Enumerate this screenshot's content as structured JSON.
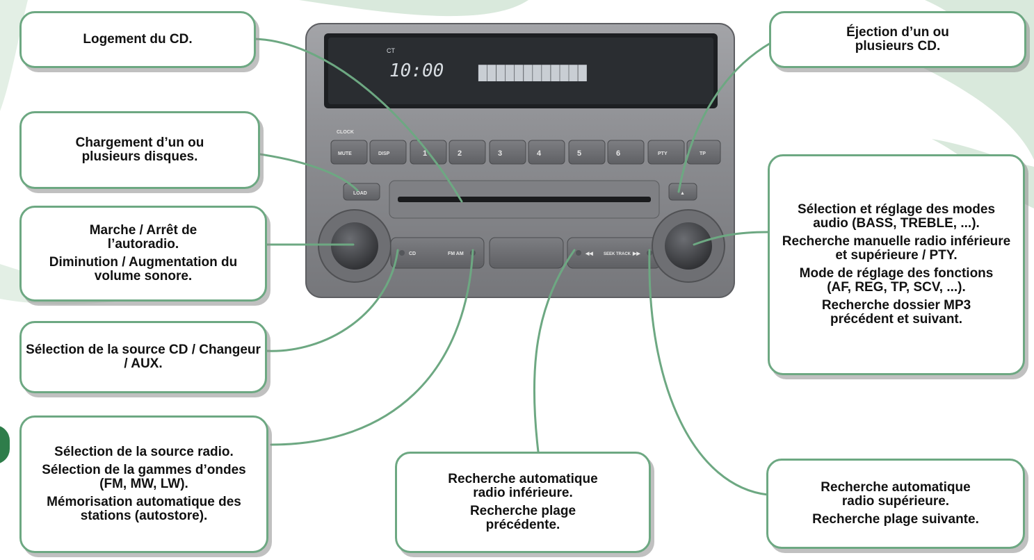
{
  "colors": {
    "callout_border": "#6da882",
    "leader_line": "#6da882",
    "radio_body": "#8a8b8f",
    "display": "#2a2d31",
    "display_text": "#d8dde2",
    "side_tab": "#2e7d4a"
  },
  "radio": {
    "display_small": "CT",
    "display_time": "10:00",
    "display_segments": "████████████",
    "buttons": {
      "clock": "CLOCK",
      "b_mute": "MUTE",
      "b_disp": "DISP",
      "b1": "1",
      "b2": "2",
      "b3": "3",
      "b4": "4",
      "b5": "5",
      "b6": "6",
      "b_pty": "PTY",
      "b_tp": "TP",
      "b_load": "LOAD",
      "b_eject": "▲",
      "b_cd": "CD",
      "b_fm": "FM AM",
      "b_prev": "◀◀",
      "b_seek": "SEEK TRACK",
      "b_next": "▶▶"
    }
  },
  "callouts": {
    "cd_slot": [
      "Logement du CD."
    ],
    "eject": [
      "Éjection d’un ou plusieurs CD."
    ],
    "load": [
      "Chargement d’un ou plusieurs disques."
    ],
    "power": [
      "Marche / Arrêt de l’autoradio.",
      "Diminution / Augmentation du volume sonore."
    ],
    "audio": [
      "Sélection et réglage des modes audio (BASS, TREBLE, ...).",
      "Recherche manuelle radio inférieure et supérieure / PTY.",
      "Mode de réglage des fonctions (AF, REG, TP, SCV, ...).",
      "Recherche dossier MP3 précédent et suivant."
    ],
    "cd_source": [
      "Sélection de la source CD / Changeur / AUX."
    ],
    "radio_source": [
      "Sélection de la source radio.",
      "Sélection de la gammes d’ondes (FM, MW, LW).",
      "Mémorisation automatique des stations (autostore)."
    ],
    "seek_down": [
      "Recherche automatique radio inférieure.",
      "Recherche plage précédente."
    ],
    "seek_up": [
      "Recherche automatique radio supérieure.",
      "Recherche plage suivante."
    ]
  }
}
